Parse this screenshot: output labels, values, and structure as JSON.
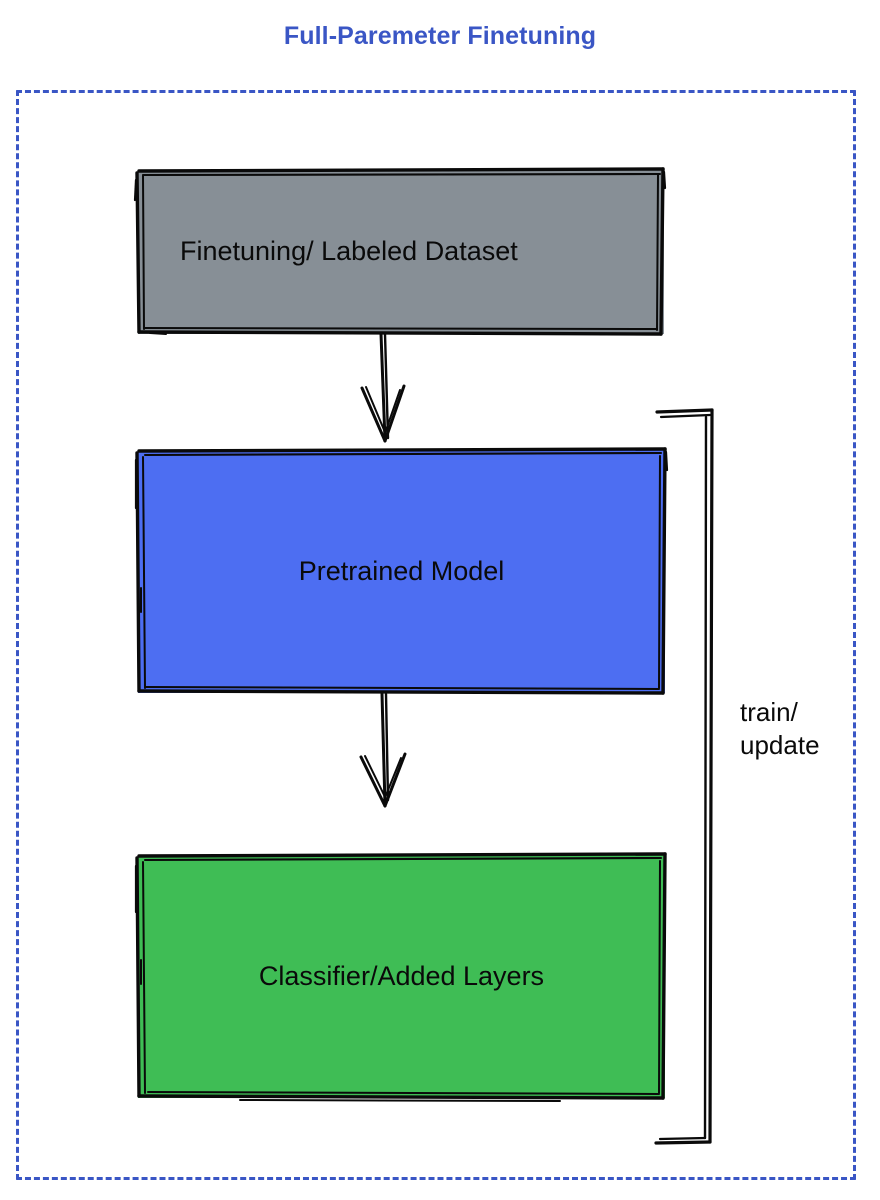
{
  "title": "Full-Paremeter Finetuning",
  "colors": {
    "title_blue": "#3a56c5",
    "frame_dashed_blue": "#3a56c5",
    "dataset_gray": "#878f96",
    "pretrained_blue": "#4d6ef2",
    "classifier_green": "#3fbd55",
    "stroke_black": "#0a0a0a",
    "background": "#ffffff"
  },
  "nodes": {
    "dataset": {
      "label": "Finetuning/ Labeled Dataset"
    },
    "pretrained": {
      "label": "Pretrained Model"
    },
    "classifier": {
      "label": "Classifier/Added Layers"
    }
  },
  "edges": {
    "dataset_to_pretrained": {
      "label": ""
    },
    "pretrained_to_classifier": {
      "label": ""
    },
    "feedback_loop": {
      "label": "train/\nupdate"
    }
  },
  "frame": {
    "style": "dashed"
  }
}
